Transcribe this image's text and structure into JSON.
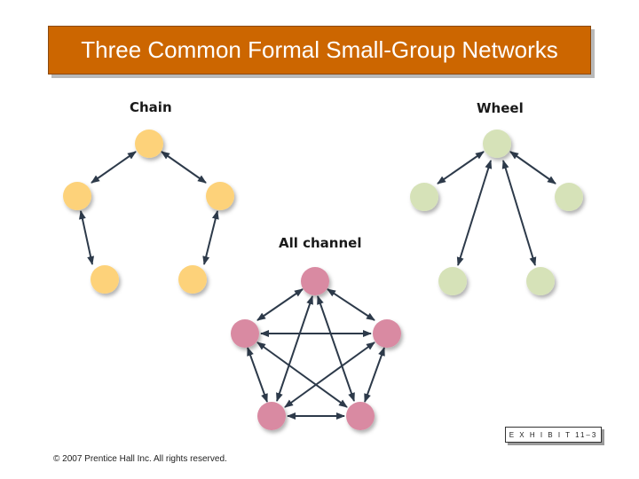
{
  "title": "Three Common Formal Small-Group Networks",
  "networks": {
    "chain": {
      "label": "Chain",
      "color": "#fdd27a"
    },
    "wheel": {
      "label": "Wheel",
      "color": "#d6e2b8"
    },
    "all_channel": {
      "label": "All channel",
      "color": "#d98aa2"
    }
  },
  "exhibit": "E X H I B I T 11–3",
  "copyright": "© 2007 Prentice Hall Inc. All rights reserved."
}
